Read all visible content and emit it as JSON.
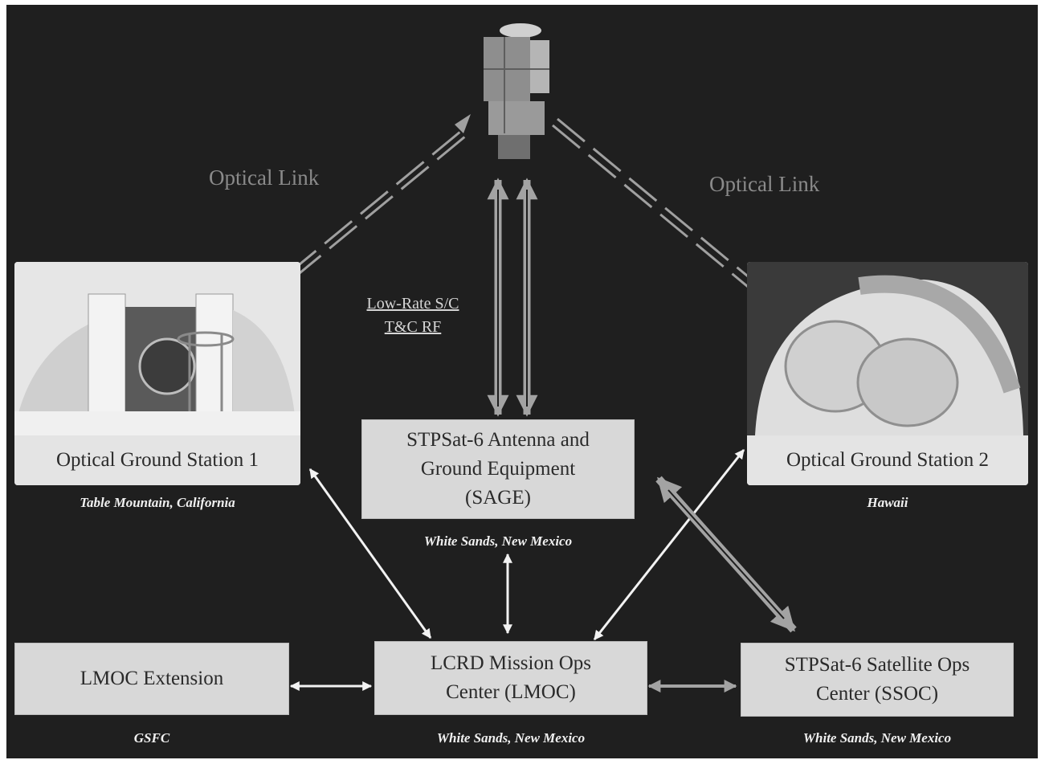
{
  "labels": {
    "optical_link_left": "Optical Link",
    "optical_link_right": "Optical Link",
    "low_rate": "Low-Rate S/C\nT&C RF"
  },
  "stations": {
    "ogs1": {
      "name": "Optical Ground Station 1",
      "location": "Table Mountain, California"
    },
    "ogs2": {
      "name": "Optical Ground Station 2",
      "location": "Hawaii"
    }
  },
  "boxes": {
    "sage": {
      "label": "STPSat-6 Antenna and\nGround Equipment\n(SAGE)",
      "location": "White Sands, New Mexico"
    },
    "lmoc_ext": {
      "label": "LMOC Extension",
      "location": "GSFC"
    },
    "lmoc": {
      "label": "LCRD Mission Ops\nCenter (LMOC)",
      "location": "White Sands, New Mexico"
    },
    "ssoc": {
      "label": "STPSat-6 Satellite Ops\nCenter (SSOC)",
      "location": "White Sands, New Mexico"
    }
  },
  "colors": {
    "background": "#1f1f1f",
    "box": "#d8d8d8",
    "white_link": "#f2f2f2",
    "gray_link": "#a3a3a3",
    "optical_link_text": "#8a8a8a"
  }
}
